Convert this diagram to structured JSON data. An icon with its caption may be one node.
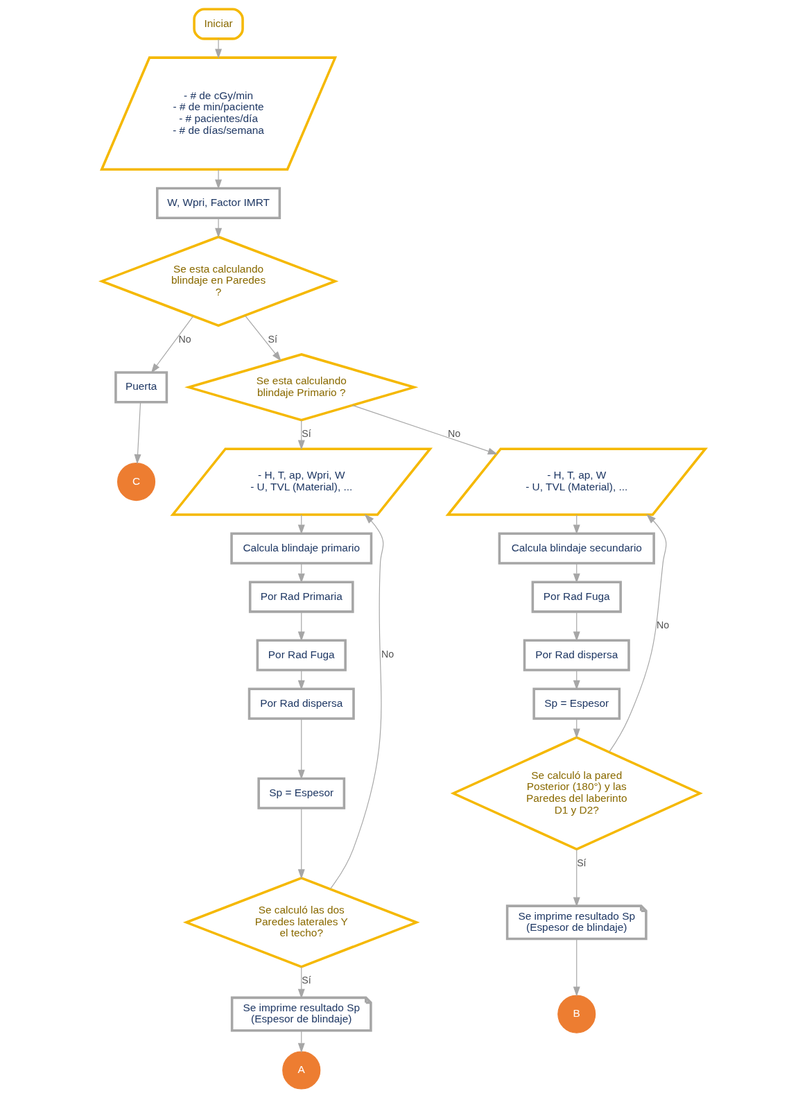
{
  "diagram": {
    "nodes": [
      {
        "text": [
          "Iniciar"
        ]
      },
      {
        "text": [
          "- # de cGy/min",
          "- # de min/paciente",
          "- # pacientes/día",
          "- # de días/semana"
        ]
      },
      {
        "text": [
          "W, Wpri, Factor IMRT"
        ]
      },
      {
        "text": [
          "Se esta calculando blindaje en Paredes ?"
        ]
      },
      {
        "text": [
          "Puerta"
        ]
      },
      {
        "text": [
          "C"
        ]
      },
      {
        "text": [
          "Se esta calculando blindaje Primario ?"
        ]
      },
      {
        "text": [
          "- H, T, ap, Wpri, W",
          "- U, TVL (Material), ..."
        ]
      },
      {
        "text": [
          "Calcula blindaje primario"
        ]
      },
      {
        "text": [
          "Por Rad Primaria"
        ]
      },
      {
        "text": [
          "Por Rad Fuga"
        ]
      },
      {
        "text": [
          "Por Rad dispersa"
        ]
      },
      {
        "text": [
          "Sp = Espesor"
        ]
      },
      {
        "text": [
          "Se calculó las dos Paredes laterales Y el techo?"
        ]
      },
      {
        "text": [
          "Se imprime resultado Sp (Espesor de blindaje)"
        ]
      },
      {
        "text": [
          "A"
        ]
      },
      {
        "text": [
          "- H, T, ap, W",
          "- U, TVL (Material), ..."
        ]
      },
      {
        "text": [
          "Calcula blindaje secundario"
        ]
      },
      {
        "text": [
          "Por Rad Fuga"
        ]
      },
      {
        "text": [
          "Por Rad dispersa"
        ]
      },
      {
        "text": [
          "Sp = Espesor"
        ]
      },
      {
        "text": [
          "Se calculó la pared Posterior (180°) y las Paredes del laberinto D1 y D2?"
        ]
      },
      {
        "text": [
          "Se imprime resultado Sp (Espesor de blindaje)"
        ]
      },
      {
        "text": [
          "B"
        ]
      }
    ],
    "edges": [
      {
        "from": 0,
        "to": 1,
        "arrow": "to"
      },
      {
        "from": 1,
        "to": 2,
        "arrow": "to"
      },
      {
        "from": 2,
        "to": 3,
        "arrow": "to"
      },
      {
        "from": 3,
        "to": 4,
        "arrow": "to",
        "label": "No"
      },
      {
        "from": 4,
        "to": 5,
        "arrow": "to"
      },
      {
        "from": 3,
        "to": 6,
        "arrow": "to",
        "label": "Sí"
      },
      {
        "from": 6,
        "to": 7,
        "arrow": "to",
        "label": "Sí"
      },
      {
        "from": 7,
        "to": 8,
        "arrow": "to"
      },
      {
        "from": 8,
        "to": 9,
        "arrow": "to"
      },
      {
        "from": 9,
        "to": 10,
        "arrow": "to"
      },
      {
        "from": 10,
        "to": 11,
        "arrow": "to"
      },
      {
        "from": 11,
        "to": 12,
        "arrow": "to"
      },
      {
        "from": 12,
        "to": 13,
        "arrow": "to"
      },
      {
        "from": 13,
        "to": 7,
        "arrow": "to",
        "label": "No"
      },
      {
        "from": 13,
        "to": 14,
        "arrow": "to",
        "label": "Sí"
      },
      {
        "from": 14,
        "to": 15,
        "arrow": "to"
      },
      {
        "from": 6,
        "to": 16,
        "arrow": "to",
        "label": "No"
      },
      {
        "from": 16,
        "to": 17,
        "arrow": "to"
      },
      {
        "from": 17,
        "to": 18,
        "arrow": "to"
      },
      {
        "from": 18,
        "to": 19,
        "arrow": "to"
      },
      {
        "from": 19,
        "to": 20,
        "arrow": "to"
      },
      {
        "from": 20,
        "to": 21,
        "arrow": "to"
      },
      {
        "from": 21,
        "to": 16,
        "arrow": "to",
        "label": "No"
      },
      {
        "from": 21,
        "to": 22,
        "arrow": "to",
        "label": "Sí"
      },
      {
        "from": 22,
        "to": 23,
        "arrow": "to"
      }
    ]
  }
}
